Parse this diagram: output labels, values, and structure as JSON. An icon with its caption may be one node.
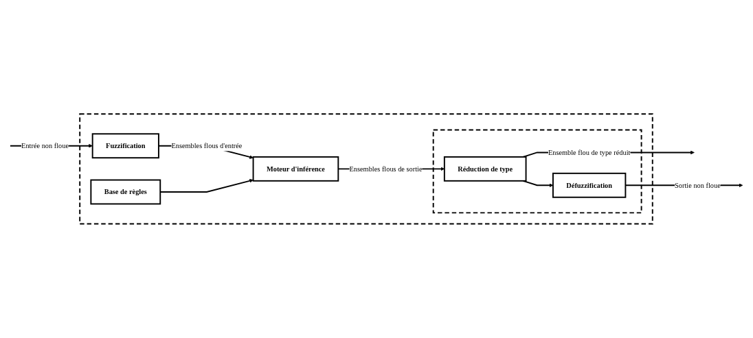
{
  "diagram": {
    "nodes": [
      {
        "text": [],
        "shape": "box"
      },
      {
        "text": [
          "Fuzzification"
        ],
        "in": 0
      },
      {
        "text": [
          "Base de règles"
        ],
        "in": 0
      },
      {
        "text": [
          "Moteur d'inférence"
        ],
        "in": 0
      },
      {
        "text": [],
        "shape": "box",
        "in": 0
      },
      {
        "text": [
          "Défuzzification"
        ],
        "in": 4
      },
      {
        "text": [
          "Réduction de type"
        ],
        "in": 4
      }
    ],
    "edges": [
      {
        "from": null,
        "to": 1,
        "arrow": "to",
        "label": "Entrée non floue"
      },
      {
        "from": 1,
        "to": 3,
        "arrow": "to",
        "label": "Ensembles flous d'entrée"
      },
      {
        "from": 2,
        "to": 3,
        "arrow": "to"
      },
      {
        "from": 3,
        "to": 6,
        "arrow": "to",
        "label": "Ensembles flous de sortie"
      },
      {
        "from": 6,
        "to": 5,
        "arrow": "to"
      },
      {
        "from": 5,
        "to": null,
        "arrow": "to",
        "label": "Sortie non floue"
      },
      {
        "from": 6,
        "to": null,
        "arrow": "to",
        "label": "Ensemble flou de type réduit"
      }
    ]
  }
}
